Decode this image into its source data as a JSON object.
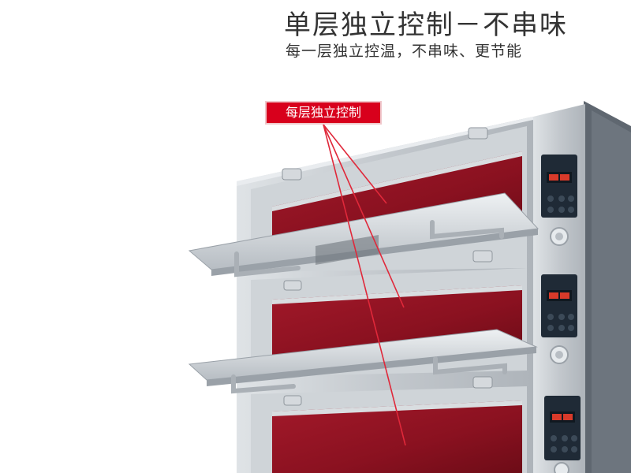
{
  "heading": {
    "title": "单层独立控制－不串味",
    "subtitle": "每一层独立控温，不串味、更节能"
  },
  "callout": {
    "label": "每层独立控制"
  },
  "colors": {
    "callout_bg": "#d8001c",
    "glass": "#8e1220",
    "steel": "#c9ced3",
    "text": "#333333"
  }
}
